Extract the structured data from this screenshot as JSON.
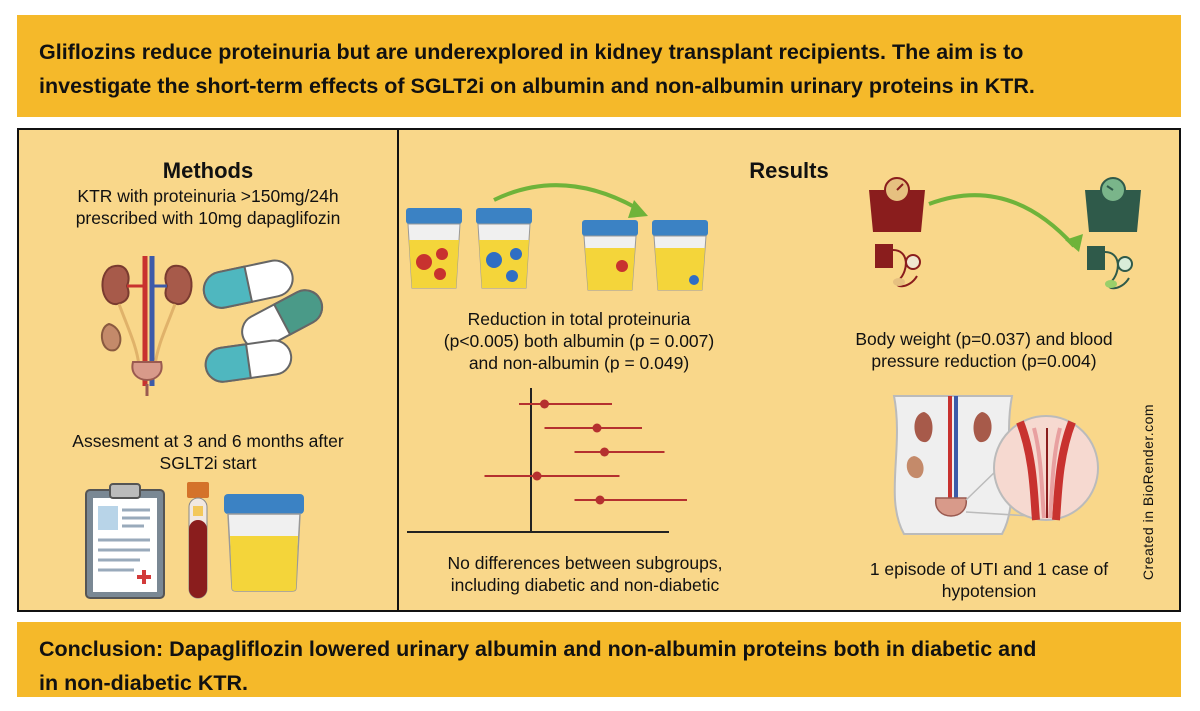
{
  "header": {
    "line1": "Gliflozins reduce proteinuria but are underexplored in kidney transplant recipients. The aim is to",
    "line2": "investigate the short-term effects of SGLT2i on albumin and non-albumin urinary proteins in KTR."
  },
  "methods": {
    "title": "Methods",
    "criteria_line1": "KTR with proteinuria >150mg/24h",
    "criteria_line2": "prescribed with 10mg dapaglifozin",
    "assessment_line1": "Assesment at 3 and 6 months after",
    "assessment_line2": "SGLT2i start"
  },
  "results": {
    "title": "Results",
    "proteinuria_line1": "Reduction in total proteinuria",
    "proteinuria_line2": "(p<0.005) both albumin (p = 0.007)",
    "proteinuria_line3": "and non-albumin (p = 0.049)",
    "weight_line1": "Body weight (p=0.037) and blood",
    "weight_line2": "pressure reduction (p=0.004)",
    "subgroups_line1": "No differences between subgroups,",
    "subgroups_line2": "including diabetic and non-diabetic",
    "safety_line1": "1 episode of UTI and 1 case of",
    "safety_line2": "hypotension",
    "credit": "Created in BioRender.com"
  },
  "conclusion": {
    "line1": "Conclusion: Dapagliflozin lowered urinary albumin and non-albumin proteins both in diabetic and",
    "line2": "in non-diabetic KTR."
  },
  "forest_plot": {
    "rows": [
      {
        "point": 0.45,
        "low": 0.28,
        "high": 0.9
      },
      {
        "point": 0.8,
        "low": 0.45,
        "high": 1.1
      },
      {
        "point": 0.85,
        "low": 0.65,
        "high": 1.25
      },
      {
        "point": 0.4,
        "low": 0.05,
        "high": 0.95
      },
      {
        "point": 0.82,
        "low": 0.65,
        "high": 1.4
      }
    ]
  },
  "colors": {
    "banner": "#f5b92a",
    "panel": "#f9d78a",
    "albumin": "#c8322f",
    "non_albumin": "#2f6ec4",
    "arrow": "#6fb33a",
    "forest": "#b5302f"
  }
}
